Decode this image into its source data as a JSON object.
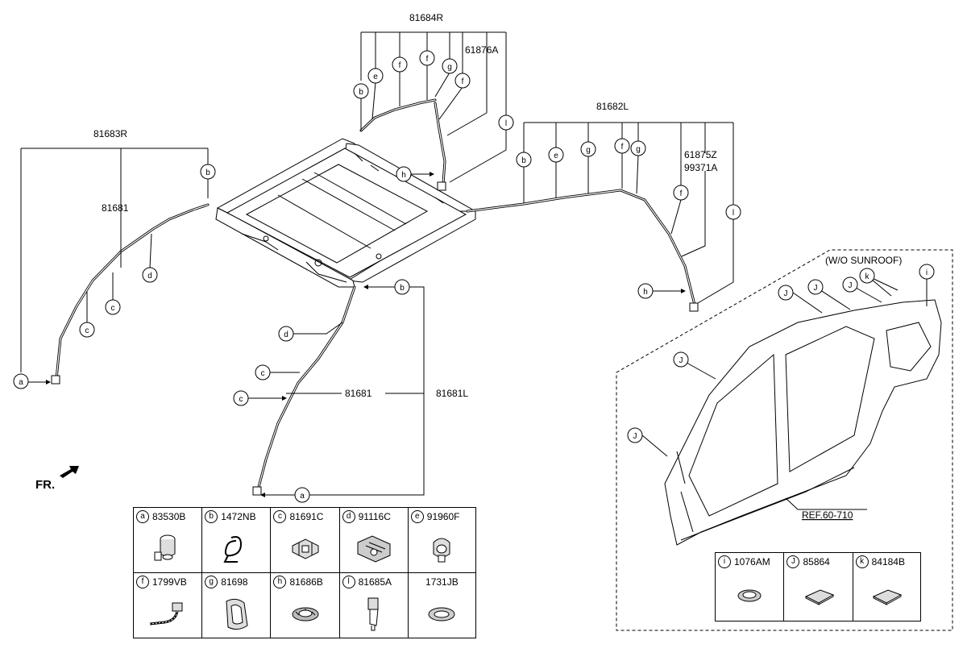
{
  "callouts": {
    "p81684R": "81684R",
    "p61876A": "61876A",
    "p81683R": "81683R",
    "p81681_upper": "81681",
    "p81682L": "81682L",
    "p61875Z": "61875Z",
    "p99371A": "99371A",
    "p81681_lower": "81681",
    "p81681L": "81681L",
    "ref": "REF.60-710",
    "wo_sunroof": "(W/O SUNROOF)",
    "fr": "FR."
  },
  "bubbles": {
    "a": "a",
    "b": "b",
    "c": "c",
    "d": "d",
    "e": "e",
    "f": "f",
    "g": "g",
    "h": "h",
    "l": "l",
    "j": "J",
    "k": "k",
    "i": "i"
  },
  "legend_main": [
    {
      "key": "a",
      "part": "83530B",
      "icon": "grommet-plug-icon"
    },
    {
      "key": "b",
      "part": "1472NB",
      "icon": "hose-clip-icon"
    },
    {
      "key": "c",
      "part": "81691C",
      "icon": "hose-clamp-icon"
    },
    {
      "key": "d",
      "part": "91116C",
      "icon": "hose-bracket-icon"
    },
    {
      "key": "e",
      "part": "91960F",
      "icon": "band-clip-icon"
    },
    {
      "key": "f",
      "part": "1799VB",
      "icon": "cable-tie-icon"
    },
    {
      "key": "g",
      "part": "81698",
      "icon": "drain-grommet-icon"
    },
    {
      "key": "h",
      "part": "81686B",
      "icon": "drain-valve-icon"
    },
    {
      "key": "l",
      "part": "81685A",
      "icon": "hose-nozzle-icon"
    },
    {
      "key": "",
      "part": "1731JB",
      "icon": "washer-ring-icon"
    }
  ],
  "legend_side": [
    {
      "key": "i",
      "part": "1076AM",
      "icon": "plug-ring-icon"
    },
    {
      "key": "J",
      "part": "85864",
      "icon": "pad-square-icon"
    },
    {
      "key": "k",
      "part": "84184B",
      "icon": "pad-square-icon"
    }
  ]
}
